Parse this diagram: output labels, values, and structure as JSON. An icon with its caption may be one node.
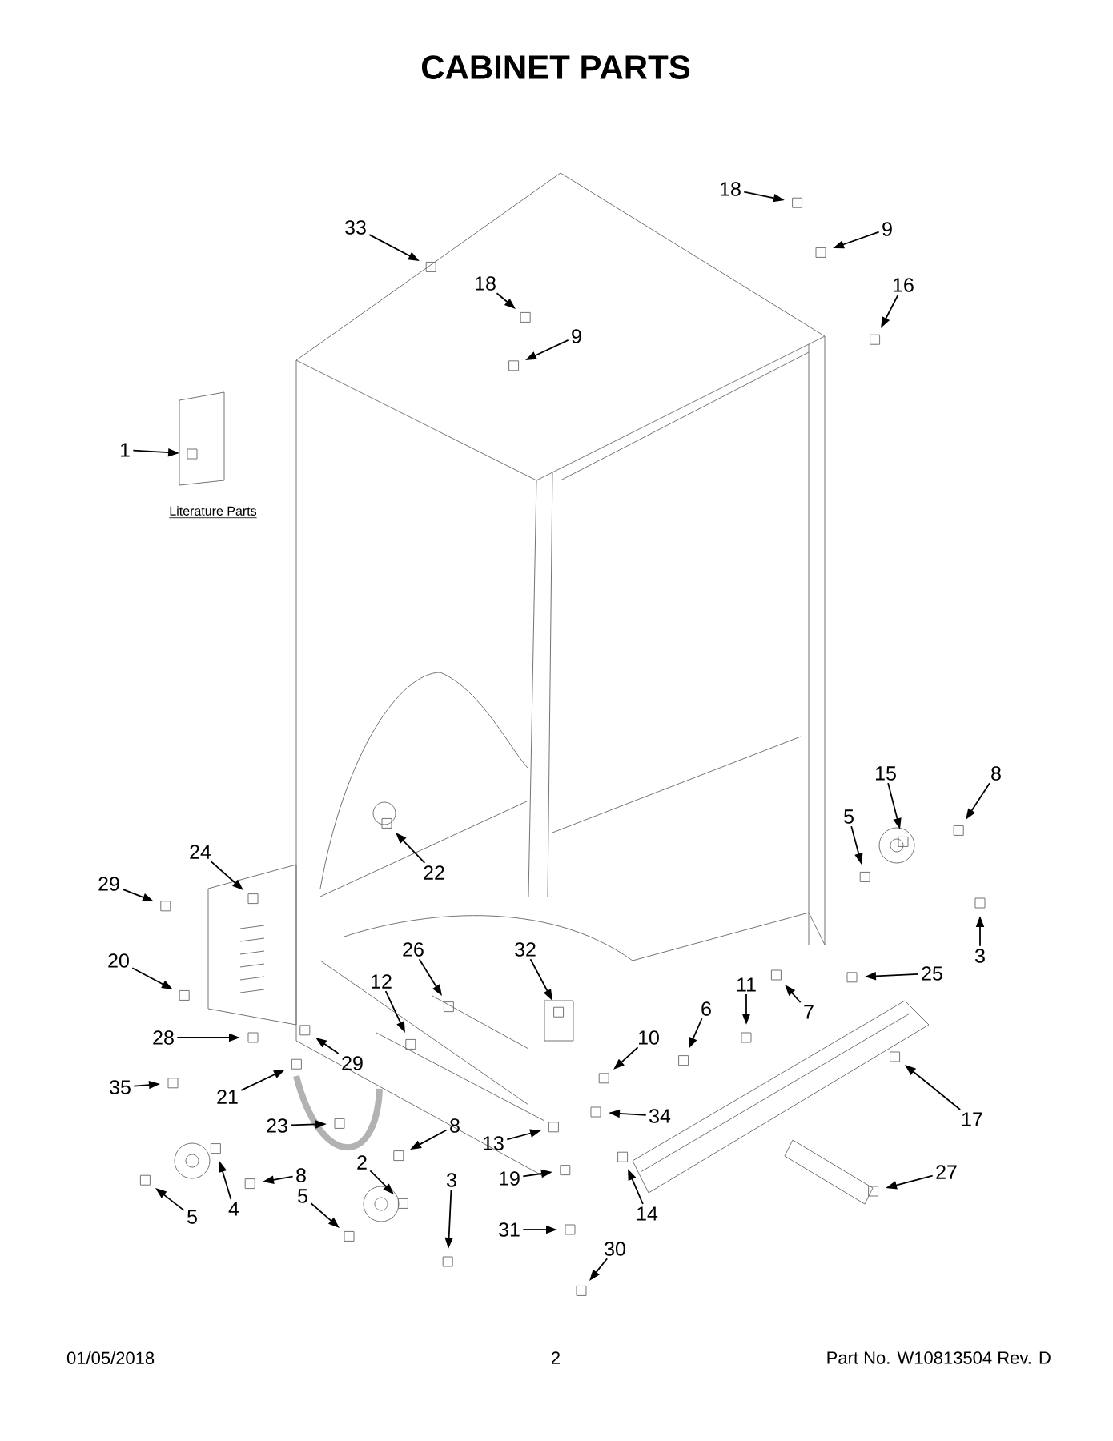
{
  "diagram": {
    "title": "CABINET PARTS",
    "nodes": [
      {
        "text": [
          "33"
        ]
      },
      {
        "text": [
          "18"
        ]
      },
      {
        "text": [
          "9"
        ]
      },
      {
        "text": [
          "16"
        ]
      },
      {
        "text": [
          "18"
        ]
      },
      {
        "text": [
          "9"
        ]
      },
      {
        "text": [
          "1"
        ]
      },
      {
        "text": [
          "22"
        ]
      },
      {
        "text": [
          "15"
        ]
      },
      {
        "text": [
          "8"
        ]
      },
      {
        "text": [
          "5"
        ]
      },
      {
        "text": [
          "3"
        ]
      },
      {
        "text": [
          "29"
        ]
      },
      {
        "text": [
          "24"
        ]
      },
      {
        "text": [
          "20"
        ]
      },
      {
        "text": [
          "26"
        ]
      },
      {
        "text": [
          "32"
        ]
      },
      {
        "text": [
          "12"
        ]
      },
      {
        "text": [
          "25"
        ]
      },
      {
        "text": [
          "11"
        ]
      },
      {
        "text": [
          "6"
        ]
      },
      {
        "text": [
          "7"
        ]
      },
      {
        "text": [
          "10"
        ]
      },
      {
        "text": [
          "28"
        ]
      },
      {
        "text": [
          "29"
        ]
      },
      {
        "text": [
          "21"
        ]
      },
      {
        "text": [
          "17"
        ]
      },
      {
        "text": [
          "34"
        ]
      },
      {
        "text": [
          "35"
        ]
      },
      {
        "text": [
          "23"
        ]
      },
      {
        "text": [
          "8"
        ]
      },
      {
        "text": [
          "8"
        ]
      },
      {
        "text": [
          "13"
        ]
      },
      {
        "text": [
          "2"
        ]
      },
      {
        "text": [
          "19"
        ]
      },
      {
        "text": [
          "30"
        ]
      },
      {
        "text": [
          "3"
        ]
      },
      {
        "text": [
          "5"
        ]
      },
      {
        "text": [
          "4"
        ]
      },
      {
        "text": [
          "5"
        ]
      },
      {
        "text": [
          "31"
        ]
      },
      {
        "text": [
          "14"
        ]
      },
      {
        "text": [
          "27"
        ]
      }
    ],
    "edges": [
      {
        "from": 0,
        "to": null,
        "arrow": "to"
      },
      {
        "from": 1,
        "to": null,
        "arrow": "to"
      },
      {
        "from": 2,
        "to": null,
        "arrow": "to"
      },
      {
        "from": 3,
        "to": null,
        "arrow": "to"
      },
      {
        "from": 4,
        "to": null,
        "arrow": "to"
      },
      {
        "from": 5,
        "to": null,
        "arrow": "to"
      },
      {
        "from": 6,
        "to": null,
        "arrow": "to"
      },
      {
        "from": 7,
        "to": null,
        "arrow": "to"
      },
      {
        "from": 8,
        "to": null,
        "arrow": "to"
      },
      {
        "from": 9,
        "to": null,
        "arrow": "to"
      },
      {
        "from": 10,
        "to": null,
        "arrow": "to"
      },
      {
        "from": 11,
        "to": null,
        "arrow": "to"
      },
      {
        "from": 12,
        "to": null,
        "arrow": "to"
      },
      {
        "from": 13,
        "to": null,
        "arrow": "to"
      },
      {
        "from": 14,
        "to": null,
        "arrow": "to"
      },
      {
        "from": 15,
        "to": null,
        "arrow": "to"
      },
      {
        "from": 16,
        "to": null,
        "arrow": "to"
      },
      {
        "from": 17,
        "to": null,
        "arrow": "to"
      },
      {
        "from": 18,
        "to": null,
        "arrow": "to"
      },
      {
        "from": 19,
        "to": null,
        "arrow": "to"
      },
      {
        "from": 20,
        "to": null,
        "arrow": "to"
      },
      {
        "from": 21,
        "to": null,
        "arrow": "to"
      },
      {
        "from": 22,
        "to": null,
        "arrow": "to"
      },
      {
        "from": 23,
        "to": null,
        "arrow": "to"
      },
      {
        "from": 24,
        "to": null,
        "arrow": "to"
      },
      {
        "from": 25,
        "to": null,
        "arrow": "to"
      },
      {
        "from": 26,
        "to": null,
        "arrow": "to"
      },
      {
        "from": 27,
        "to": null,
        "arrow": "to"
      },
      {
        "from": 28,
        "to": null,
        "arrow": "to"
      },
      {
        "from": 29,
        "to": null,
        "arrow": "to"
      },
      {
        "from": 30,
        "to": null,
        "arrow": "to"
      },
      {
        "from": 31,
        "to": null,
        "arrow": "to"
      },
      {
        "from": 32,
        "to": null,
        "arrow": "to"
      },
      {
        "from": 33,
        "to": null,
        "arrow": "to"
      },
      {
        "from": 34,
        "to": null,
        "arrow": "to"
      },
      {
        "from": 35,
        "to": null,
        "arrow": "to"
      },
      {
        "from": 36,
        "to": null,
        "arrow": "to"
      },
      {
        "from": 37,
        "to": null,
        "arrow": "to"
      },
      {
        "from": 38,
        "to": null,
        "arrow": "to"
      },
      {
        "from": 39,
        "to": null,
        "arrow": "to"
      },
      {
        "from": 40,
        "to": null,
        "arrow": "to"
      },
      {
        "from": 41,
        "to": null,
        "arrow": "to"
      },
      {
        "from": 42,
        "to": null,
        "arrow": "to"
      }
    ],
    "labels": [
      "Literature Parts",
      "01/05/2018",
      "2",
      "Part No.  W10813504  Rev. D"
    ]
  }
}
